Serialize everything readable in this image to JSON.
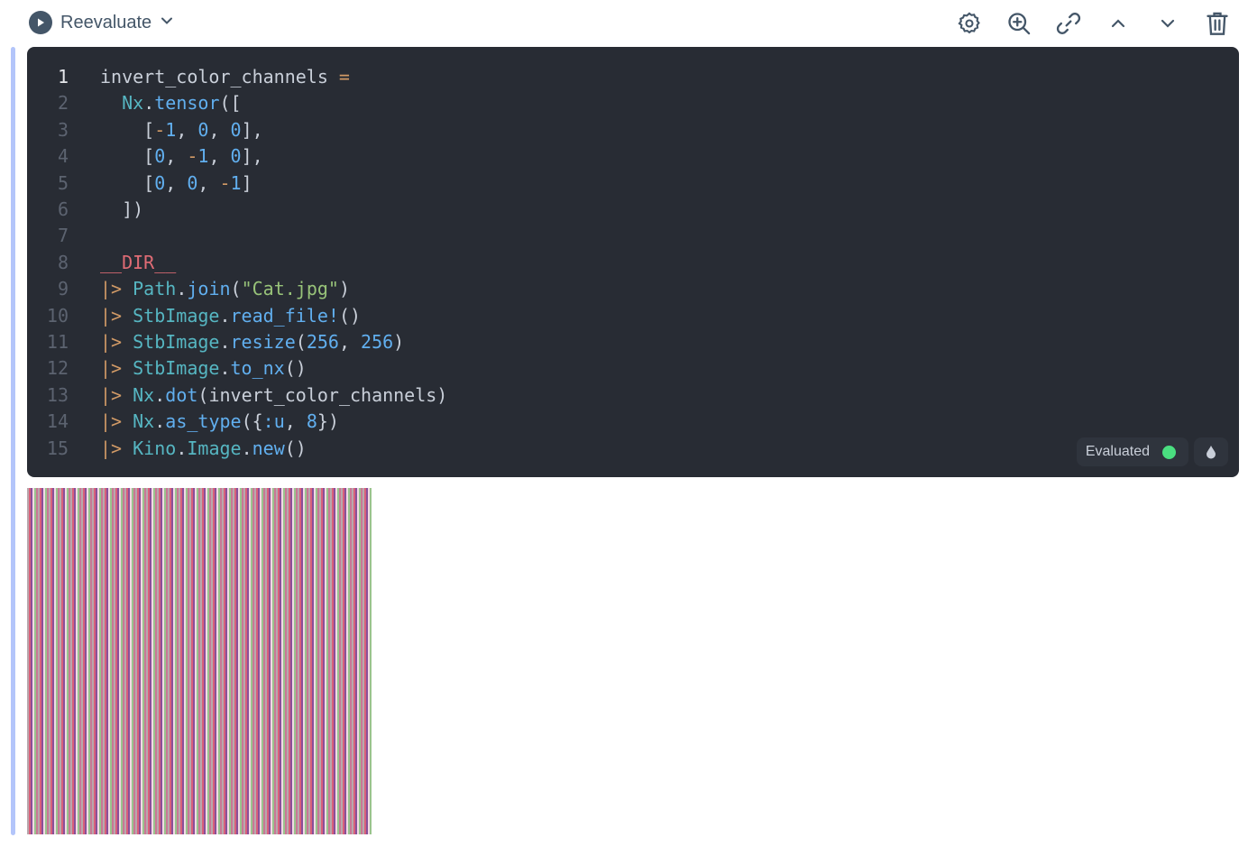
{
  "toolbar": {
    "reevaluate_label": "Reevaluate",
    "actions": [
      "settings-icon",
      "zoom-in-icon",
      "link-icon",
      "chevron-up-icon",
      "chevron-down-icon",
      "trash-icon"
    ]
  },
  "editor": {
    "lines": [
      [
        [
          "p",
          "invert_color_channels "
        ],
        [
          "op",
          "="
        ]
      ],
      [
        [
          "p",
          "  "
        ],
        [
          "mod",
          "Nx"
        ],
        [
          "p",
          "."
        ],
        [
          "fn",
          "tensor"
        ],
        [
          "p",
          "(["
        ]
      ],
      [
        [
          "p",
          "    ["
        ],
        [
          "op",
          "-"
        ],
        [
          "num",
          "1"
        ],
        [
          "p",
          ", "
        ],
        [
          "num",
          "0"
        ],
        [
          "p",
          ", "
        ],
        [
          "num",
          "0"
        ],
        [
          "p",
          "],"
        ]
      ],
      [
        [
          "p",
          "    ["
        ],
        [
          "num",
          "0"
        ],
        [
          "p",
          ", "
        ],
        [
          "op",
          "-"
        ],
        [
          "num",
          "1"
        ],
        [
          "p",
          ", "
        ],
        [
          "num",
          "0"
        ],
        [
          "p",
          "],"
        ]
      ],
      [
        [
          "p",
          "    ["
        ],
        [
          "num",
          "0"
        ],
        [
          "p",
          ", "
        ],
        [
          "num",
          "0"
        ],
        [
          "p",
          ", "
        ],
        [
          "op",
          "-"
        ],
        [
          "num",
          "1"
        ],
        [
          "p",
          "]"
        ]
      ],
      [
        [
          "p",
          "  ])"
        ]
      ],
      [],
      [
        [
          "attr",
          "__DIR__"
        ]
      ],
      [
        [
          "pipe",
          "|>"
        ],
        [
          "p",
          " "
        ],
        [
          "mod",
          "Path"
        ],
        [
          "p",
          "."
        ],
        [
          "fn",
          "join"
        ],
        [
          "p",
          "("
        ],
        [
          "str",
          "\"Cat.jpg\""
        ],
        [
          "p",
          ")"
        ]
      ],
      [
        [
          "pipe",
          "|>"
        ],
        [
          "p",
          " "
        ],
        [
          "mod",
          "StbImage"
        ],
        [
          "p",
          "."
        ],
        [
          "fn",
          "read_file!"
        ],
        [
          "p",
          "()"
        ]
      ],
      [
        [
          "pipe",
          "|>"
        ],
        [
          "p",
          " "
        ],
        [
          "mod",
          "StbImage"
        ],
        [
          "p",
          "."
        ],
        [
          "fn",
          "resize"
        ],
        [
          "p",
          "("
        ],
        [
          "num",
          "256"
        ],
        [
          "p",
          ", "
        ],
        [
          "num",
          "256"
        ],
        [
          "p",
          ")"
        ]
      ],
      [
        [
          "pipe",
          "|>"
        ],
        [
          "p",
          " "
        ],
        [
          "mod",
          "StbImage"
        ],
        [
          "p",
          "."
        ],
        [
          "fn",
          "to_nx"
        ],
        [
          "p",
          "()"
        ]
      ],
      [
        [
          "pipe",
          "|>"
        ],
        [
          "p",
          " "
        ],
        [
          "mod",
          "Nx"
        ],
        [
          "p",
          "."
        ],
        [
          "fn",
          "dot"
        ],
        [
          "p",
          "(invert_color_channels)"
        ]
      ],
      [
        [
          "pipe",
          "|>"
        ],
        [
          "p",
          " "
        ],
        [
          "mod",
          "Nx"
        ],
        [
          "p",
          "."
        ],
        [
          "fn",
          "as_type"
        ],
        [
          "p",
          "({"
        ],
        [
          "atom",
          ":u"
        ],
        [
          "p",
          ", "
        ],
        [
          "num",
          "8"
        ],
        [
          "p",
          "})"
        ]
      ],
      [
        [
          "pipe",
          "|>"
        ],
        [
          "p",
          " "
        ],
        [
          "mod",
          "Kino"
        ],
        [
          "p",
          "."
        ],
        [
          "mod",
          "Image"
        ],
        [
          "p",
          "."
        ],
        [
          "fn",
          "new"
        ],
        [
          "p",
          "()"
        ]
      ]
    ],
    "status_label": "Evaluated",
    "status_color": "#4ade80"
  }
}
